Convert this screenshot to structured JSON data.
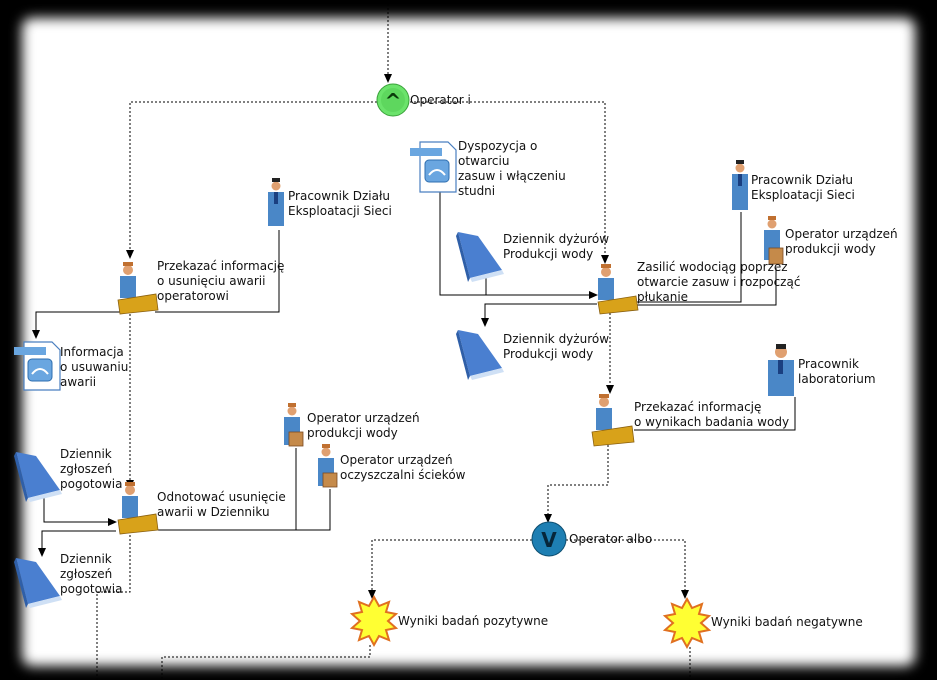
{
  "operators": {
    "and": {
      "symbol": "^",
      "label": "Operator i",
      "color": "#6be36b"
    },
    "xor": {
      "symbol": "V",
      "label": "Operator albo",
      "color": "#1e7fb3"
    }
  },
  "roles": {
    "r1": "Pracownik Działu\nEksploatacji Sieci",
    "r2": "Pracownik Działu\nEksploatacji Sieci",
    "r3": "Operator urządzeń\nprodukcji wody",
    "r4": "Pracownik\nlaboratorium",
    "r5": "Operator urządzeń\nprodukcji wody",
    "r6": "Operator urządzeń\noczyszczalni ścieków"
  },
  "functions": {
    "f1": "Przekazać informację\no usunięciu awarii\noperatorowi",
    "f2": "Zasilić wodociąg poprzez\notwarcie zasuw i rozpocząć\npłukanie",
    "f3": "Przekazać informację\no wynikach badania wody",
    "f4": "Odnotować usunięcie\nawarii w Dzienniku"
  },
  "documents": {
    "d1": "Dyspozycja o\notwarciu\nzasuw i włączeniu\nstudni",
    "d2": "Informacja\no usuwaniu\nawarii"
  },
  "registers": {
    "b1": "Dziennik dyżurów\nProdukcji wody",
    "b2": "Dziennik dyżurów\nProdukcji wody",
    "b3": "Dziennik\nzgłoszeń\npogotowia",
    "b4": "Dziennik\nzgłoszeń\npogotowia"
  },
  "events": {
    "e1": "Wyniki badań pozytywne",
    "e2": "Wyniki badań negatywne"
  },
  "colors": {
    "canvas": "#ffffff",
    "frame": "#000000",
    "person_body": "#4a87c7",
    "desk": "#d8a21a",
    "document": "#6aa6e0",
    "book": "#4a7fd0",
    "event": "#ffff33",
    "event_edge": "#e07020"
  }
}
